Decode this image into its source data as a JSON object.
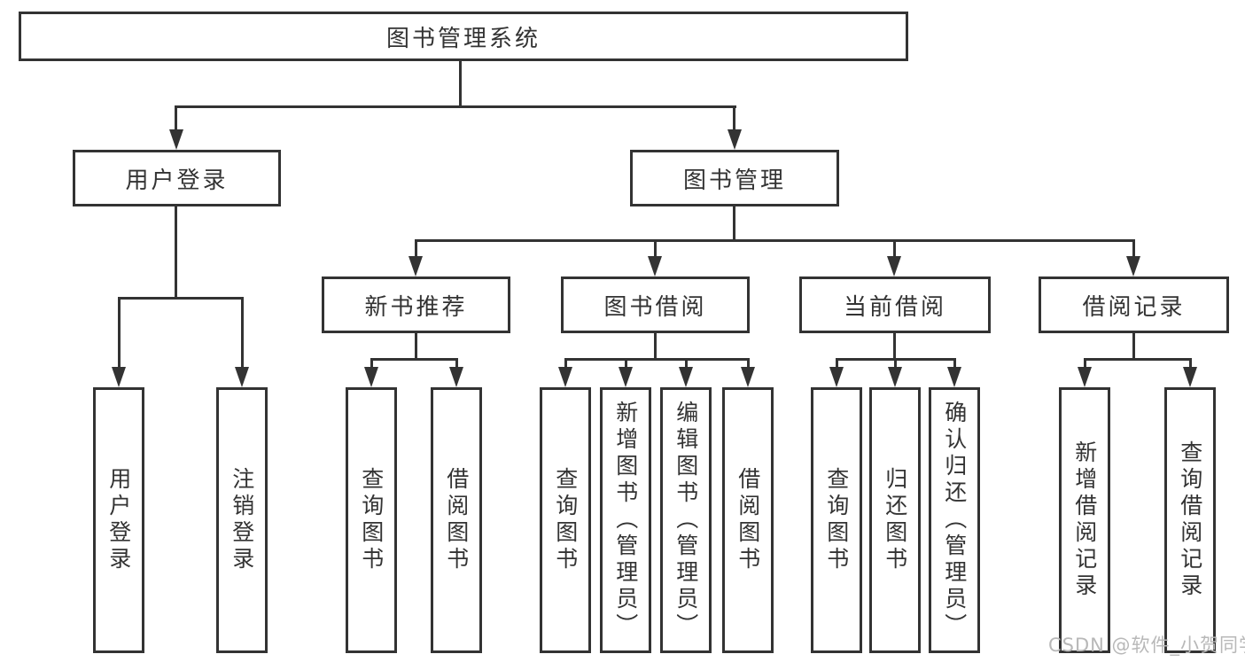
{
  "nodes": {
    "root": {
      "label": "图书管理系统"
    },
    "user_login": {
      "label": "用户登录"
    },
    "book_mgmt": {
      "label": "图书管理"
    },
    "new_book_rec": {
      "label": "新书推荐"
    },
    "book_borrow": {
      "label": "图书借阅"
    },
    "current_borrow": {
      "label": "当前借阅"
    },
    "borrow_record": {
      "label": "借阅记录"
    },
    "leaf_user_login": {
      "label": "用户登录"
    },
    "leaf_logout": {
      "label": "注销登录"
    },
    "leaf_query_book_rec": {
      "label": "查询图书"
    },
    "leaf_borrow_book_rec": {
      "label": "借阅图书"
    },
    "leaf_query_book_borrow": {
      "label": "查询图书"
    },
    "leaf_add_book": {
      "label": "新增图书（管理员）"
    },
    "leaf_edit_book": {
      "label": "编辑图书（管理员）"
    },
    "leaf_borrow_book_borrow": {
      "label": "借阅图书"
    },
    "leaf_query_book_current": {
      "label": "查询图书"
    },
    "leaf_return_book": {
      "label": "归还图书"
    },
    "leaf_confirm_return": {
      "label": "确认归还（管理员）"
    },
    "leaf_add_borrow_record": {
      "label": "新增借阅记录"
    },
    "leaf_query_borrow_record": {
      "label": "查询借阅记录"
    }
  },
  "watermark": "CSDN @软件_小贺同学",
  "colors": {
    "line": "#333333",
    "text": "#333333",
    "watermark": "#b8b8b8",
    "background": "#ffffff"
  }
}
